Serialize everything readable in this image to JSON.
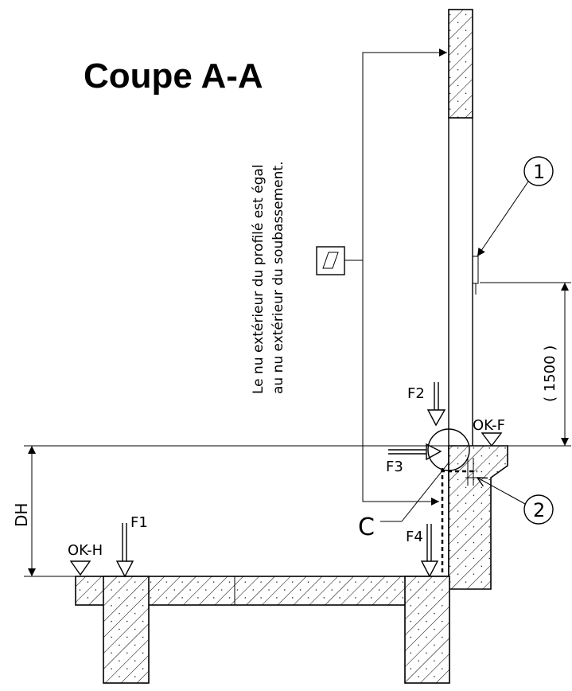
{
  "title": "Coupe A-A",
  "note_line1": "Le nu extérieur du profilé est égal",
  "note_line2": "au nu extérieur du soubassement.",
  "labels": {
    "F1": "F1",
    "F2": "F2",
    "F3": "F3",
    "F4": "F4",
    "DH": "DH",
    "OK_H": "OK-H",
    "OK_F": "OK-F",
    "C": "C",
    "dimension": "( 1500 )",
    "callout_1": "1",
    "callout_2": "2"
  },
  "icons": [
    "parallelogram-symbol-icon"
  ]
}
